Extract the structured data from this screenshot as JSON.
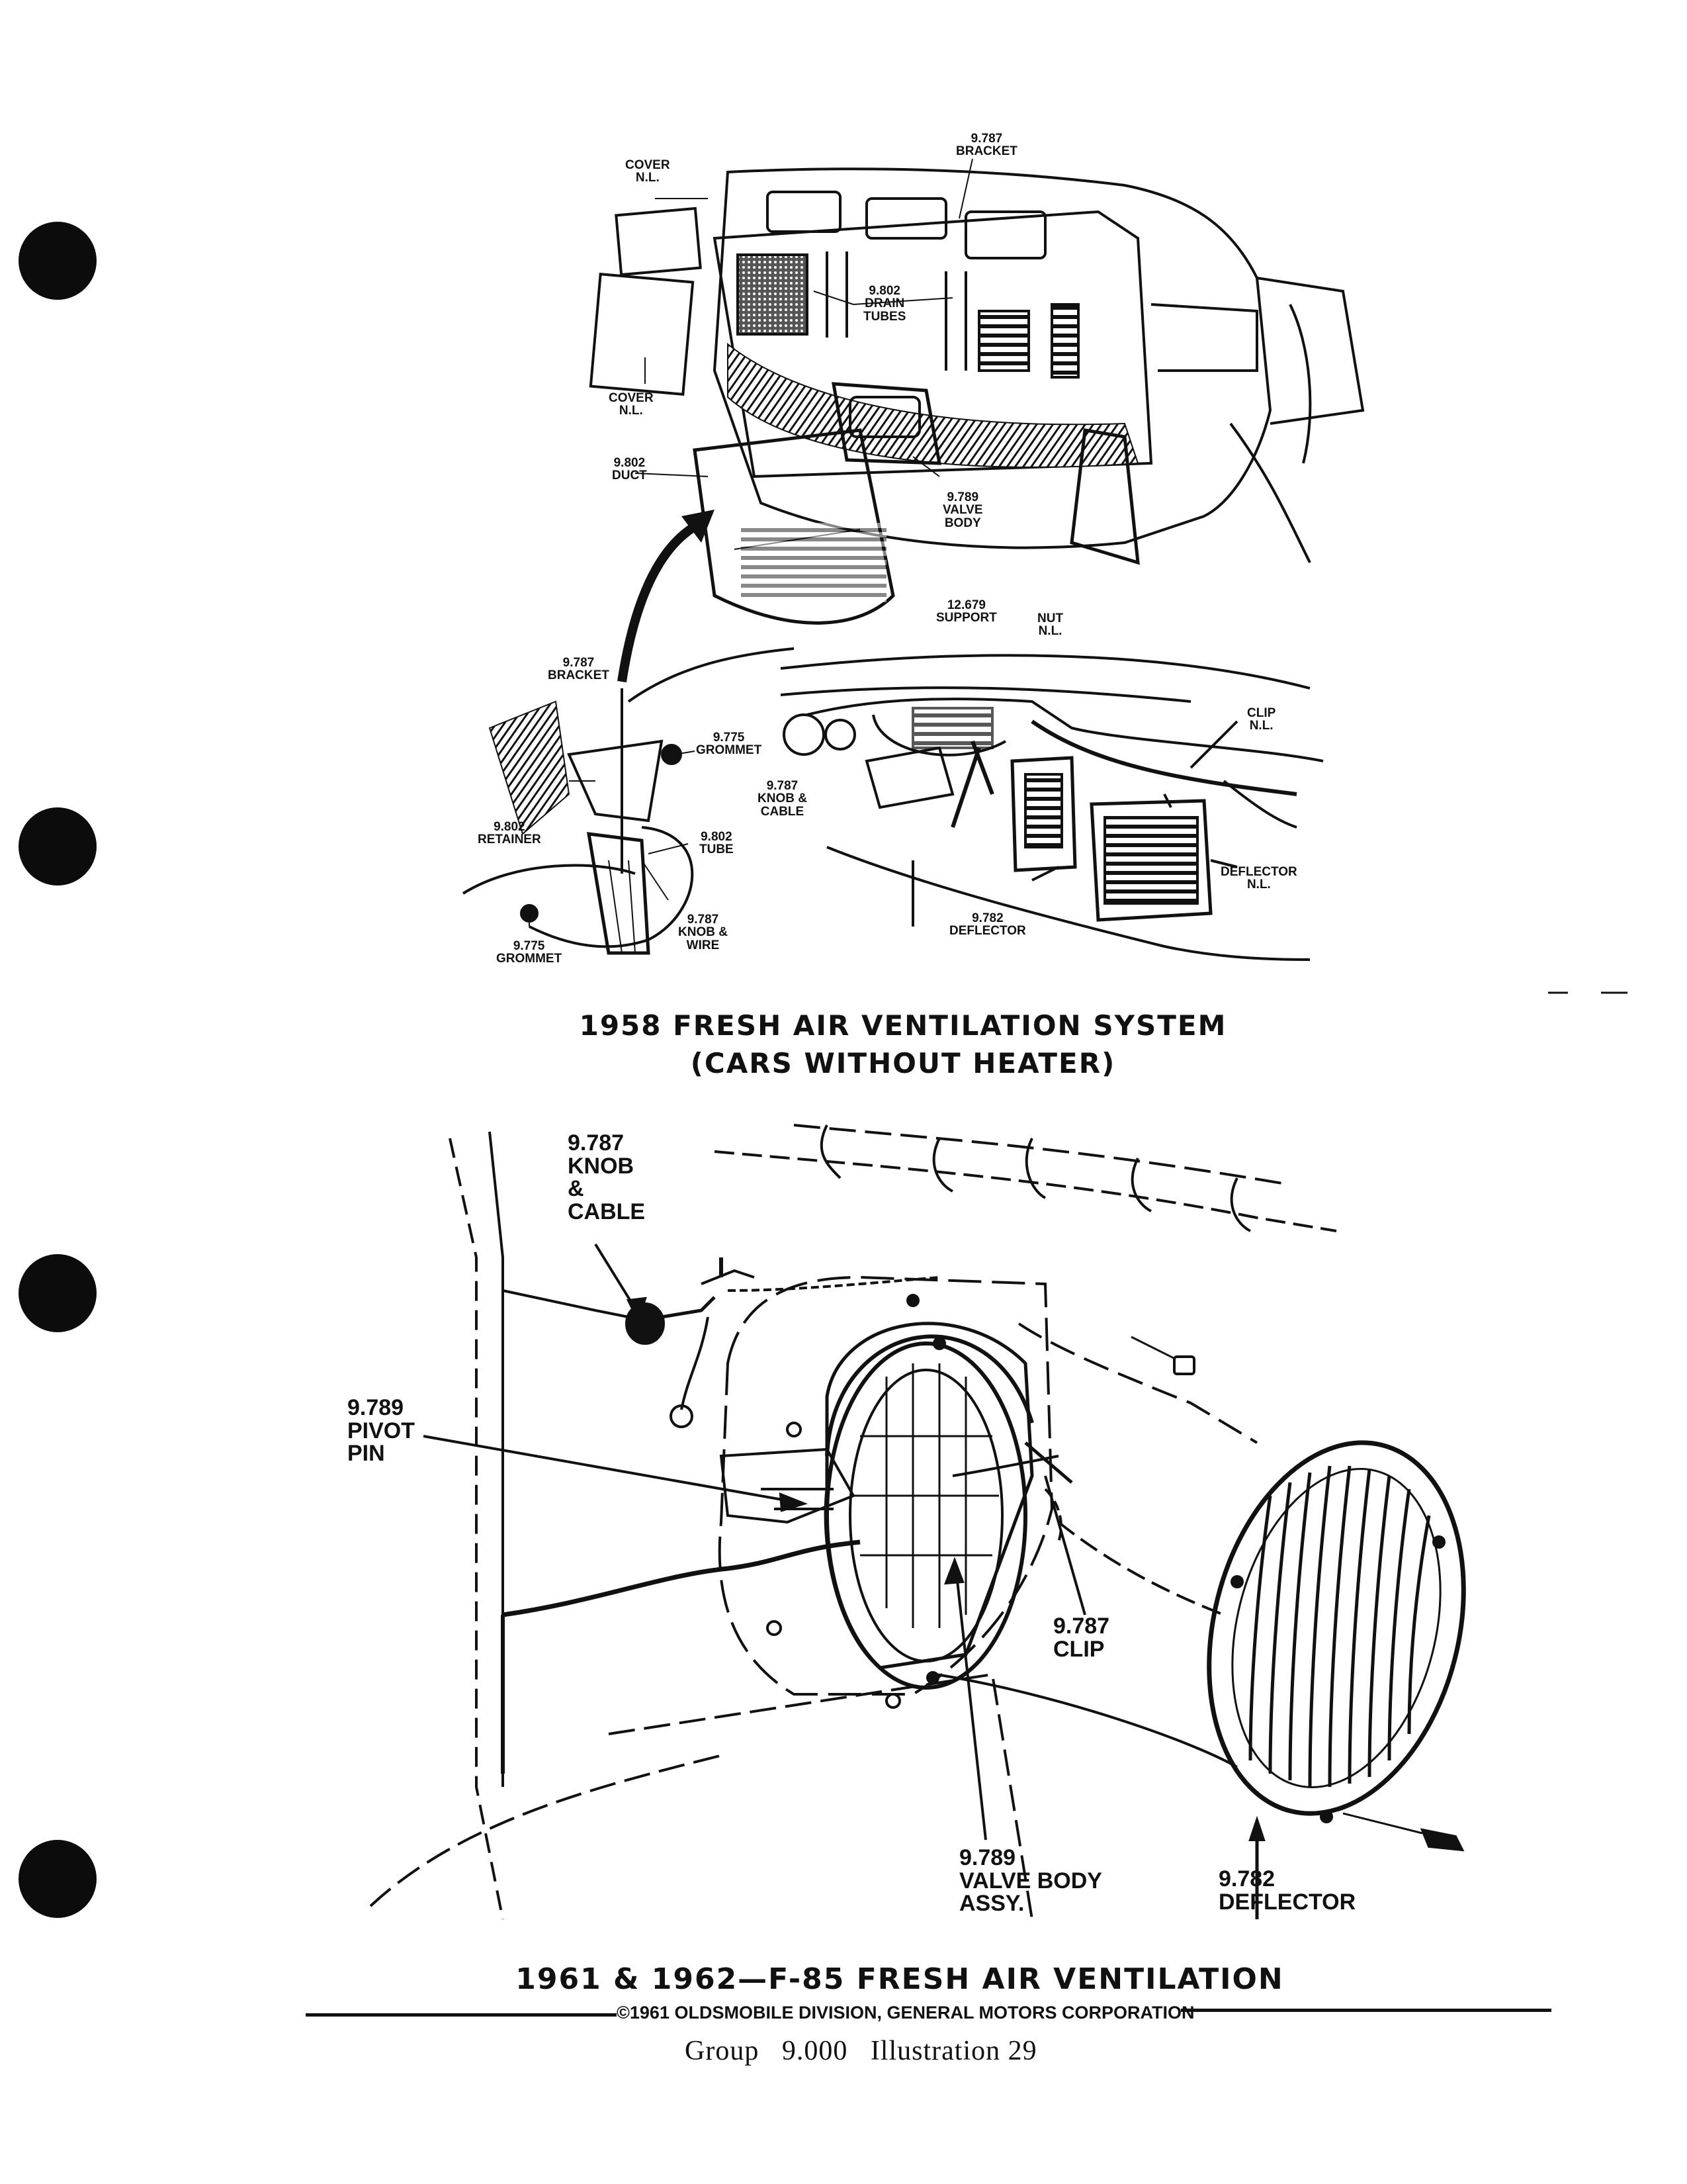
{
  "top_diagram": {
    "labels": {
      "cover_top": "COVER\nN.L.",
      "bracket_top": "9.787\nBRACKET",
      "drain_tubes": "9.802\nDRAIN\nTUBES",
      "cover_bottom": "COVER\nN.L.",
      "duct": "9.802\nDUCT",
      "valve_body": "9.789\nVALVE\nBODY",
      "support": "12.679\nSUPPORT",
      "nut": "NUT\nN.L.",
      "bracket_mid": "9.787\nBRACKET",
      "grommet_upper": "9.775\nGROMMET",
      "retainer": "9.802\nRETAINER",
      "tube": "9.802\nTUBE",
      "knob_wire": "9.787\nKNOB &\nWIRE",
      "grommet_lower": "9.775\nGROMMET",
      "knob_cable_small": "9.787\nKNOB &\nCABLE",
      "clip_nl": "CLIP\nN.L.",
      "deflector_nl": "DEFLECTOR\nN.L.",
      "deflector_small": "9.782\nDEFLECTOR"
    },
    "title_line1": "1958 FRESH AIR VENTILATION SYSTEM",
    "title_line2": "(CARS WITHOUT HEATER)"
  },
  "bottom_diagram": {
    "labels": {
      "knob_cable": "9.787\nKNOB\n&\nCABLE",
      "pivot_pin": "9.789\nPIVOT\nPIN",
      "clip": "9.787\nCLIP",
      "valve_body_assy": "9.789\nVALVE BODY\nASSY.",
      "deflector": "9.782\nDEFLECTOR"
    },
    "title": "1961 & 1962—F-85 FRESH AIR VENTILATION"
  },
  "footer": {
    "copyright": "©1961 OLDSMOBILE DIVISION, GENERAL MOTORS CORPORATION",
    "group_line": "Group   9.000   Illustration 29"
  }
}
